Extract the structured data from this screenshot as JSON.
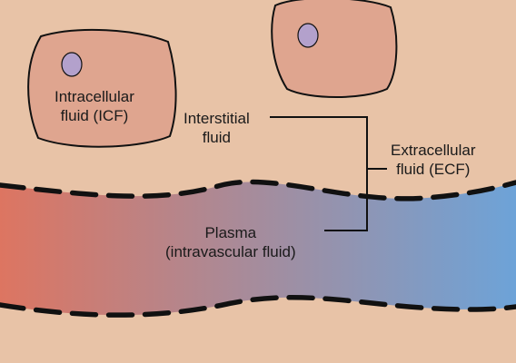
{
  "colors": {
    "background": "#e8c3a7",
    "cell_fill": "#dfa58f",
    "cell_outline": "#111111",
    "nucleus_fill": "#b3a1cc",
    "vessel_left": "#dd7561",
    "vessel_right": "#6da3d8",
    "text": "#1a1a1a"
  },
  "labels": {
    "icf": {
      "line1": "Intracellular",
      "line2": "fluid (ICF)"
    },
    "interstitial": {
      "line1": "Interstitial",
      "line2": "fluid"
    },
    "ecf": {
      "line1": "Extracellular",
      "line2": "fluid (ECF)"
    },
    "plasma": {
      "line1": "Plasma",
      "line2": "(intravascular fluid)"
    }
  }
}
